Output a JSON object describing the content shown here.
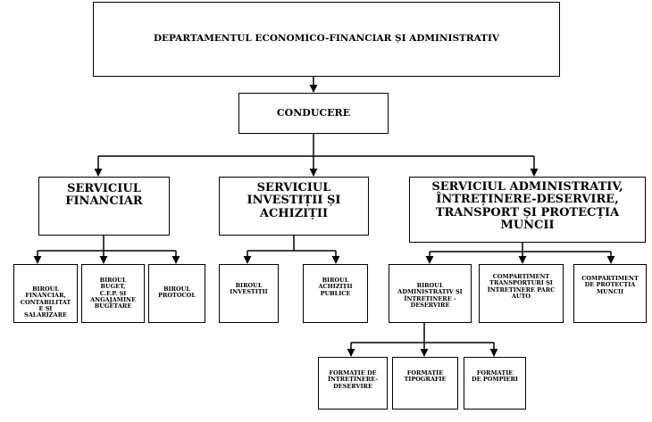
{
  "org_chart": {
    "department": "DEPARTAMENTUL ECONOMICO-FINANCIAR ȘI ADMINISTRATIV",
    "leadership": "CONDUCERE",
    "services": {
      "financial": "SERVICIUL\nFINANCIAR",
      "investments": "SERVICIUL\nINVESTIȚII ȘI\nACHIZIȚII",
      "administrative": "SERVICIUL ADMINISTRATIV,\nÎNTREȚINERE-DESERVIRE,\nTRANSPORT ȘI PROTECȚIA MUNCII"
    },
    "units": {
      "financial_accounting": "BIROUL\nFINANCIAR,\nCONTABILITAT\nE ȘI\nSALARIZARE",
      "budget_cfp": "BIROUL\nBUGET,\nC.F.P. ȘI\nANGAJAMINE\nBUGETARE",
      "protocol": "BIROUL\nPROTOCOL",
      "investments_office": "BIROUL\nINVESTIȚII",
      "public_procurement": "BIROUL\nACHIZIȚII\nPUBLICE",
      "admin_maintenance": "BIROUL\nADMINISTRATIV ȘI\nÎNTREȚINERE -\nDESERVIRE",
      "transport_compartment": "COMPARTIMENT\nTRANSPORTURI ȘI\nÎNTREȚINERE PARC\nAUTO",
      "labor_protection": "COMPARTIMENT\nDE PROTECȚIA\nMUNCII"
    },
    "formations": {
      "maintenance": "FORMAȚIE DE\nÎNTREȚINERE-\nDESERVIRE",
      "printing": "FORMAȚIE\nTIPOGRAFIE",
      "firefighters": "FORMAȚIE\nDE POMPIERI"
    }
  }
}
